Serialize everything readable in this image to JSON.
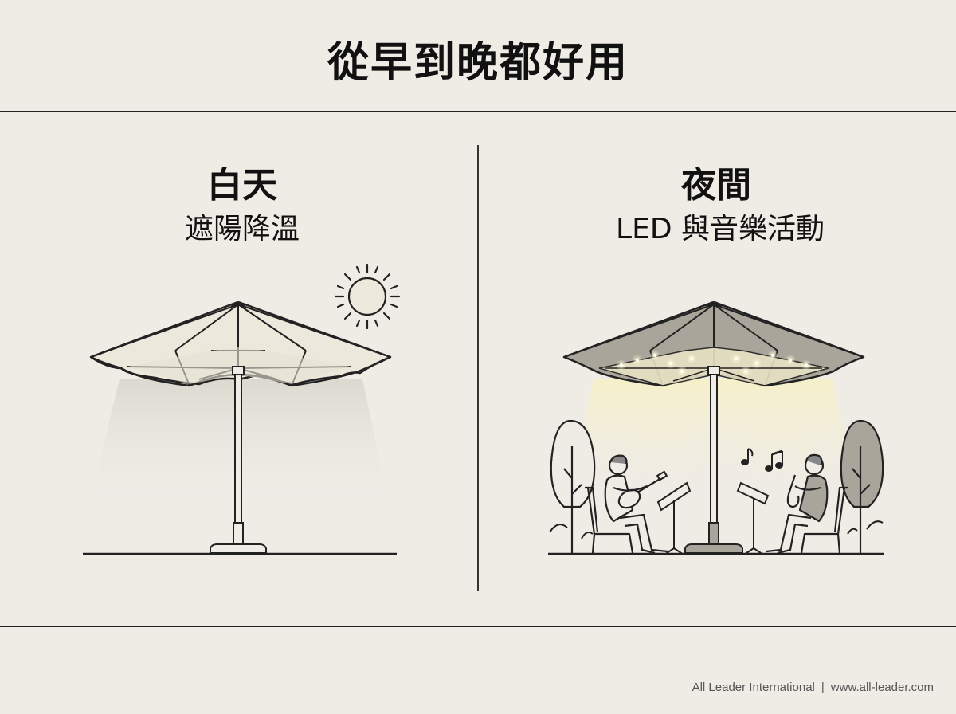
{
  "title": "從早到晚都好用",
  "day": {
    "title": "白天",
    "subtitle": "遮陽降溫"
  },
  "night": {
    "title": "夜間",
    "subtitle": "LED 與音樂活動"
  },
  "footer": {
    "company": "All Leader International",
    "separator": "|",
    "website": "www.all-leader.com"
  },
  "colors": {
    "background": "#efece6",
    "line": "#222222",
    "day_canopy": "#ece8dc",
    "night_canopy": "#a9a59b",
    "led_glow": "#f4eecb"
  }
}
